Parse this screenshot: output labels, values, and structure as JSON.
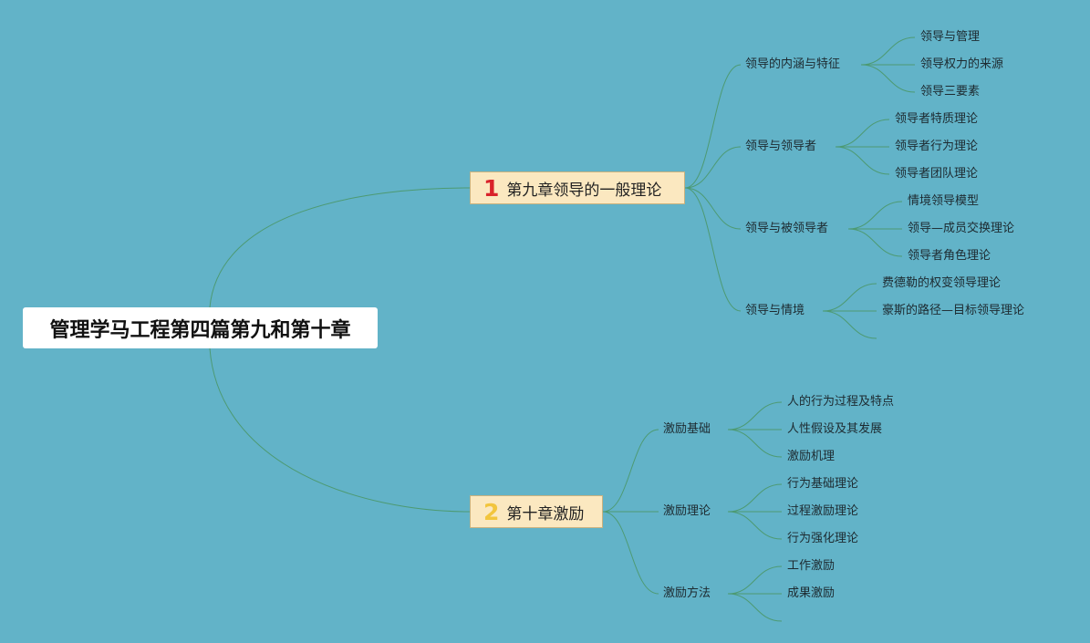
{
  "root": {
    "label": "管理学马工程第四篇第九和第十章"
  },
  "colors": {
    "background": "#62b3c8",
    "link": "#4d9a72",
    "main_fill": "#fbe8c0",
    "badge_1": "#d9222a",
    "badge_2": "#f2c53d"
  },
  "chapters": [
    {
      "badge": "1",
      "label": "第九章领导的一般理论",
      "topics": [
        {
          "label": "领导的内涵与特征",
          "items": [
            "领导与管理",
            "领导权力的来源",
            "领导三要素"
          ]
        },
        {
          "label": "领导与领导者",
          "items": [
            "领导者特质理论",
            "领导者行为理论",
            "领导者团队理论"
          ]
        },
        {
          "label": "领导与被领导者",
          "items": [
            "情境领导模型",
            "领导—成员交换理论",
            "领导者角色理论"
          ]
        },
        {
          "label": "领导与情境",
          "items": [
            "费德勒的权变领导理论",
            "豪斯的路径—目标领导理论",
            ""
          ]
        }
      ]
    },
    {
      "badge": "2",
      "label": "第十章激励",
      "topics": [
        {
          "label": "激励基础",
          "items": [
            "人的行为过程及特点",
            "人性假设及其发展",
            "激励机理"
          ]
        },
        {
          "label": "激励理论",
          "items": [
            "行为基础理论",
            "过程激励理论",
            "行为强化理论"
          ]
        },
        {
          "label": "激励方法",
          "items": [
            "工作激励",
            "成果激励",
            ""
          ]
        }
      ]
    }
  ]
}
